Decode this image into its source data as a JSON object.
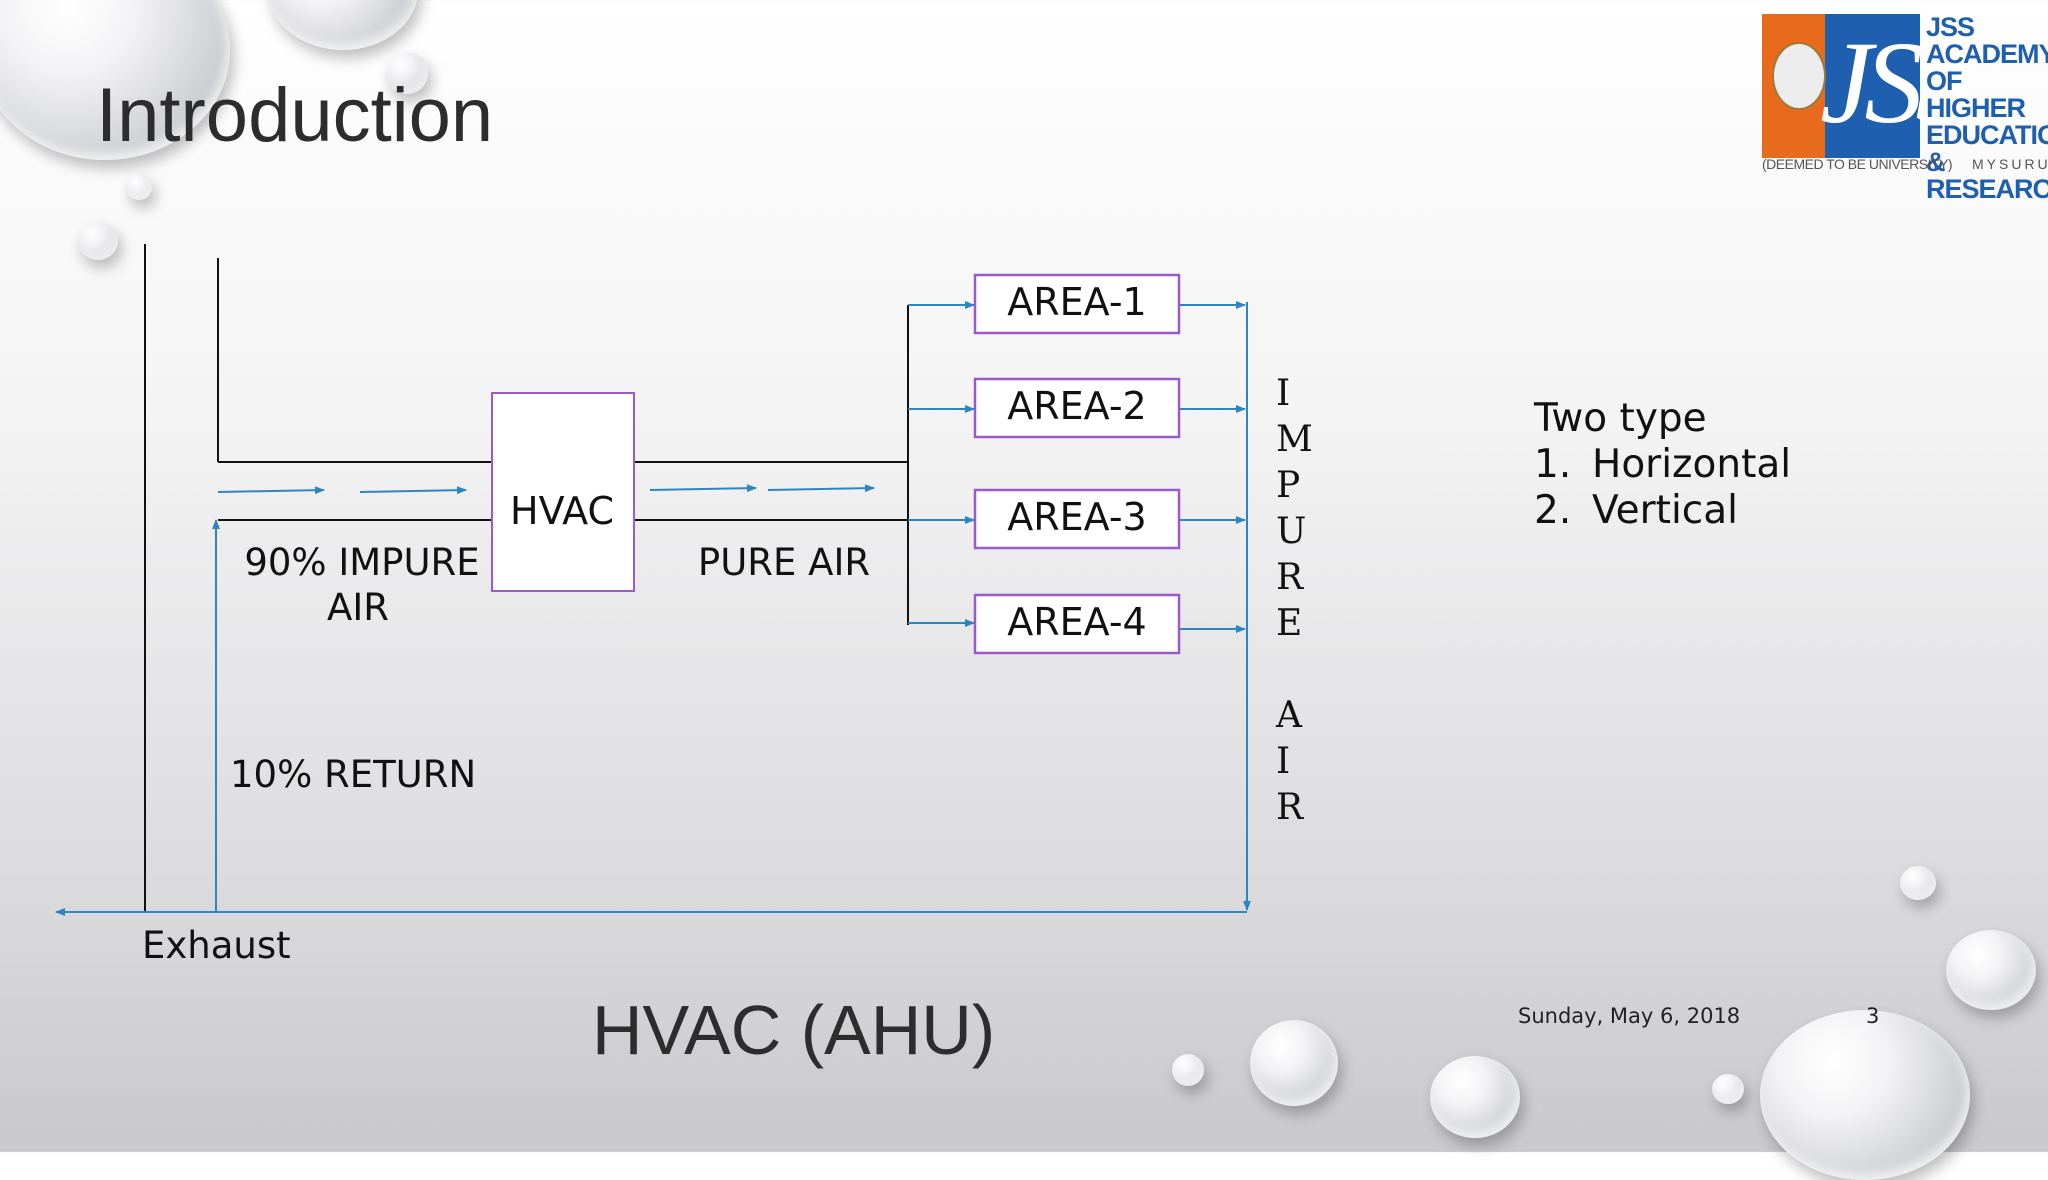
{
  "slide": {
    "title": "Introduction",
    "subtitle": "HVAC (AHU)",
    "footer_date": "Sunday, May 6, 2018",
    "page_number": "3"
  },
  "logo": {
    "lines": [
      "JSS",
      "ACADEMY",
      "OF HIGHER",
      "EDUCATION",
      "& RESEARCH"
    ],
    "mark": "JSS",
    "deemed": "(DEEMED TO BE UNIVERSITY)",
    "city": "MYSURU",
    "colors": {
      "orange": "#e86a1d",
      "blue": "#1f5fb0"
    }
  },
  "diagram": {
    "hvac_label": "HVAC",
    "impure_label_line1": "90% IMPURE",
    "impure_label_line2": "AIR",
    "pure_label": "PURE AIR",
    "return_label": "10% RETURN",
    "exhaust_label": "Exhaust",
    "areas": [
      "AREA-1",
      "AREA-2",
      "AREA-3",
      "AREA-4"
    ],
    "impure_air_vertical": [
      "I",
      "M",
      "P",
      "U",
      "R",
      "E",
      "",
      "A",
      "I",
      "R"
    ],
    "colors": {
      "box_border": "#9b59c9",
      "flow_arrow": "#2e86c1",
      "duct": "#111111"
    }
  },
  "notes": {
    "heading": "Two type",
    "items": [
      {
        "number": "1.",
        "text": "Horizontal"
      },
      {
        "number": "2.",
        "text": "Vertical"
      }
    ]
  }
}
